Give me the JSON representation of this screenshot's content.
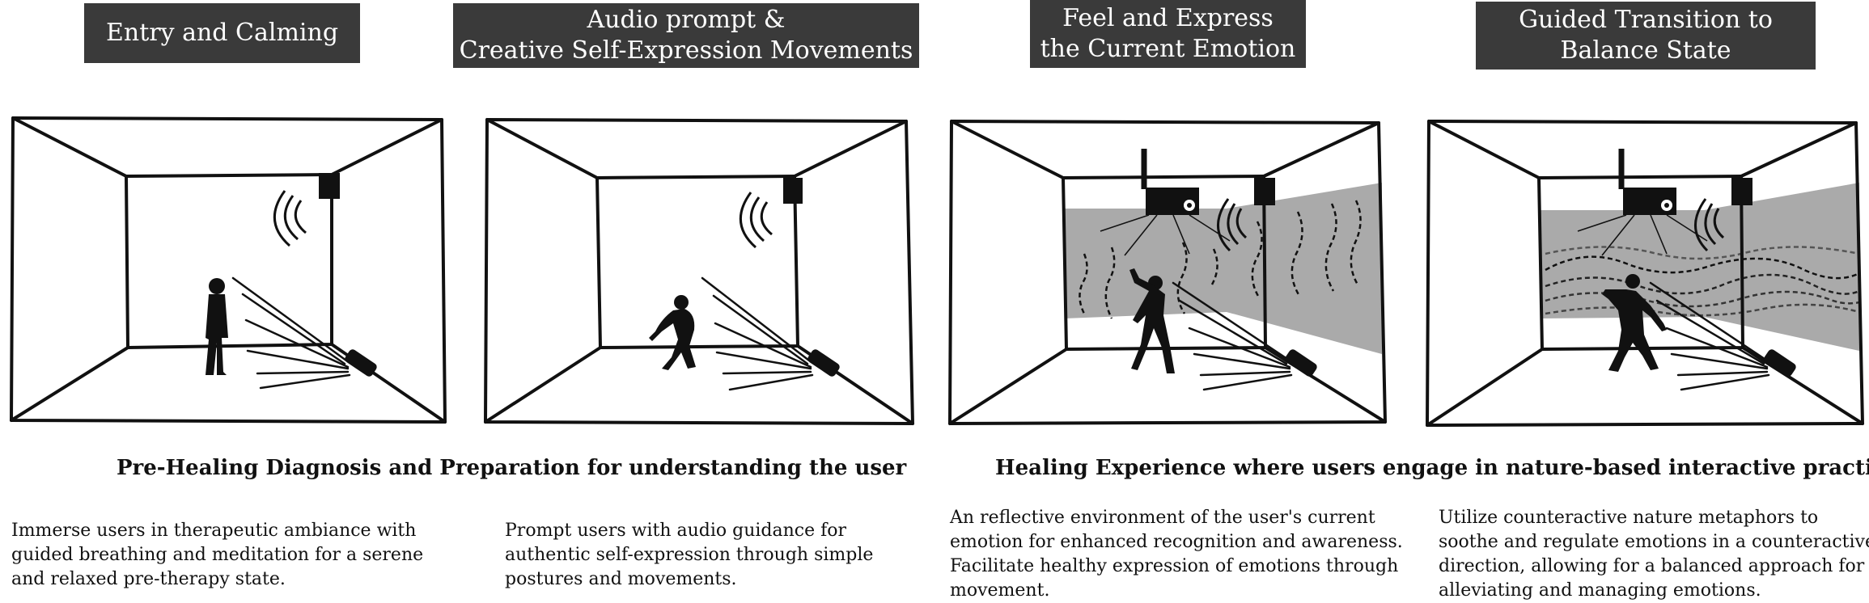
{
  "stages": [
    {
      "title_lines": [
        "Entry and Calming"
      ],
      "description_lines": [
        "Immerse users in therapeutic ambiance with",
        "guided breathing and meditation for a serene",
        "and relaxed pre-therapy state."
      ]
    },
    {
      "title_lines": [
        "Audio prompt &",
        "Creative Self-Expression Movements"
      ],
      "description_lines": [
        "Prompt users with audio guidance for",
        "authentic self-expression through simple",
        "postures and movements."
      ]
    },
    {
      "title_lines": [
        "Feel and Express",
        "the Current Emotion"
      ],
      "description_lines": [
        "An reflective environment of the user's current",
        "emotion for enhanced recognition and awareness.",
        "Facilitate healthy expression of emotions through",
        "movement."
      ]
    },
    {
      "title_lines": [
        "Guided Transition to",
        "Balance State"
      ],
      "description_lines": [
        "Utilize counteractive nature metaphors to",
        "soothe and regulate emotions in a counteractive",
        "direction, allowing for a balanced approach for",
        "alleviating and managing emotions."
      ]
    }
  ],
  "phases": [
    {
      "label": "Pre-Healing Diagnosis and Preparation for understanding the user"
    },
    {
      "label": "Healing Experience where users engage in nature-based interactive practices"
    }
  ],
  "colors": {
    "title_bg": "#3a3a3a",
    "title_text": "#ffffff",
    "projection": "#aaaaaa",
    "ink": "#111111"
  },
  "room_icons": [
    "speaker-icon",
    "sound-waves-icon",
    "floor-projector-icon",
    "ceiling-projector-icon",
    "person-silhouette-icon"
  ]
}
